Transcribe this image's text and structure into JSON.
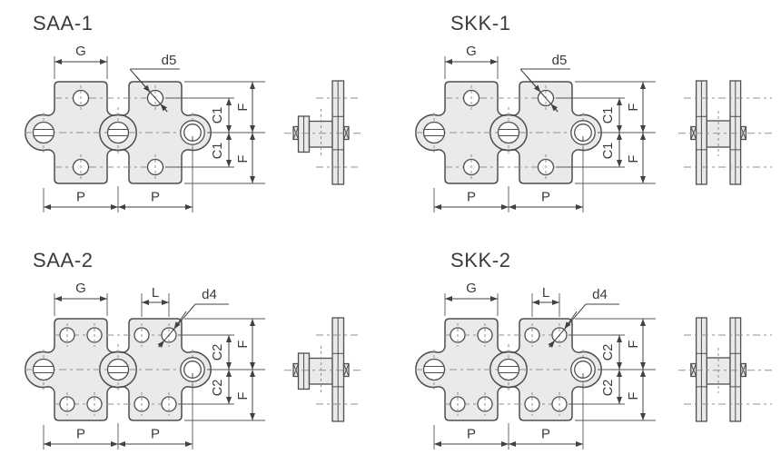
{
  "page": {
    "background": "#ffffff"
  },
  "colors": {
    "page_bg": "#ffffff",
    "plate_fill": "#e9eaea",
    "outline": "#4d4f50",
    "dim_line": "#3f4142",
    "ext_line": "#55585a",
    "centerline": "#8f9293",
    "text_color": "#3a3b3c"
  },
  "panels": [
    {
      "id": "saa-1",
      "title": "SAA-1",
      "labels": {
        "g": "G",
        "hole_dia": "d5",
        "c_upper": "C1",
        "c_lower": "C1",
        "f_upper": "F",
        "f_lower": "F",
        "p_left": "P",
        "p_right": "P"
      }
    },
    {
      "id": "skk-1",
      "title": "SKK-1",
      "labels": {
        "g": "G",
        "hole_dia": "d5",
        "c_upper": "C1",
        "c_lower": "C1",
        "f_upper": "F",
        "f_lower": "F",
        "p_left": "P",
        "p_right": "P"
      }
    },
    {
      "id": "saa-2",
      "title": "SAA-2",
      "labels": {
        "g": "G",
        "l": "L",
        "hole_dia": "d4",
        "c_upper": "C2",
        "c_lower": "C2",
        "f_upper": "F",
        "f_lower": "F",
        "p_left": "P",
        "p_right": "P"
      }
    },
    {
      "id": "skk-2",
      "title": "SKK-2",
      "labels": {
        "g": "G",
        "l": "L",
        "hole_dia": "d4",
        "c_upper": "C2",
        "c_lower": "C2",
        "f_upper": "F",
        "f_lower": "F",
        "p_left": "P",
        "p_right": "P"
      }
    }
  ]
}
